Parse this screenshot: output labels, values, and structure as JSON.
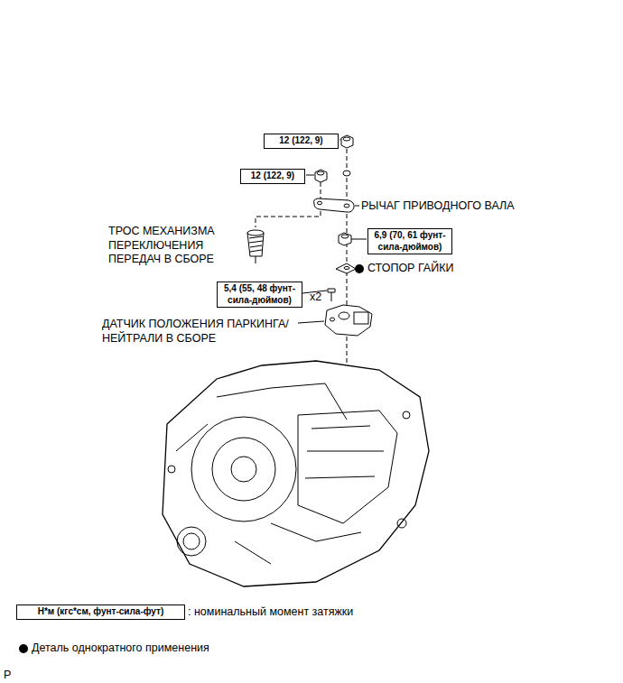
{
  "diagram": {
    "nodes": [
      {
        "text": [
          "12 (122, 9)"
        ]
      },
      {
        "text": [
          "12 (122, 9)"
        ]
      },
      {
        "text": [
          "6,9 (70, 61 фунт-сила-дюймов)"
        ]
      },
      {
        "text": [
          "5,4 (55, 48 фунт-сила-дюймов)"
        ]
      },
      {
        "text": [
          "Н*м (кгс*см, фунт-сила-фут)"
        ]
      }
    ],
    "labels": [
      "РЫЧАГ ПРИВОДНОГО ВАЛА",
      "ТРОС МЕХАНИЗМА ПЕРЕКЛЮЧЕНИЯ ПЕРЕДАЧ В СБОРЕ",
      "СТОПОР ГАЙКИ",
      "x2",
      "ДАТЧИК ПОЛОЖЕНИЯ ПАРКИНГА/ НЕЙТРАЛИ В СБОРЕ",
      ": номинальный момент затяжки",
      "P"
    ],
    "legend": [
      {
        "text": "Деталь однократного применения"
      }
    ]
  }
}
